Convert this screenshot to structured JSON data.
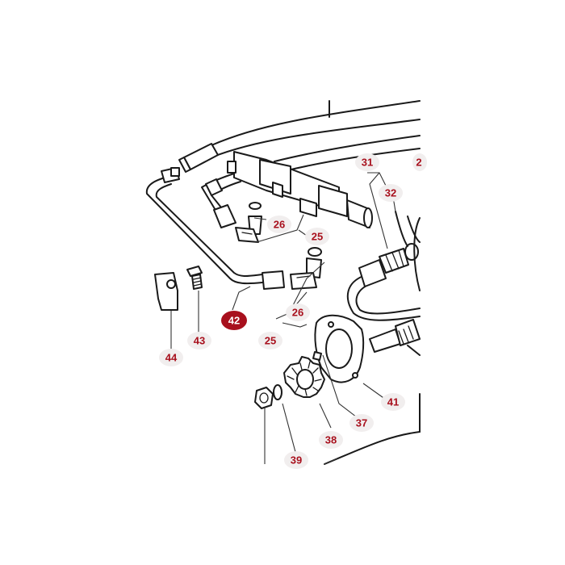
{
  "callouts": {
    "c31": "31",
    "c32": "32",
    "c2x": "2",
    "c26a": "26",
    "c25a": "25",
    "c26b": "26",
    "c25b": "25",
    "c42": "42",
    "c43": "43",
    "c44": "44",
    "c41": "41",
    "c37": "37",
    "c38": "38",
    "c39": "39"
  },
  "colors": {
    "callout_text": "#a8101d",
    "callout_bg": "#f1eeee",
    "highlight_bg": "#a8101d",
    "line_art": "#1a1a1a"
  },
  "highlighted_part": "42"
}
